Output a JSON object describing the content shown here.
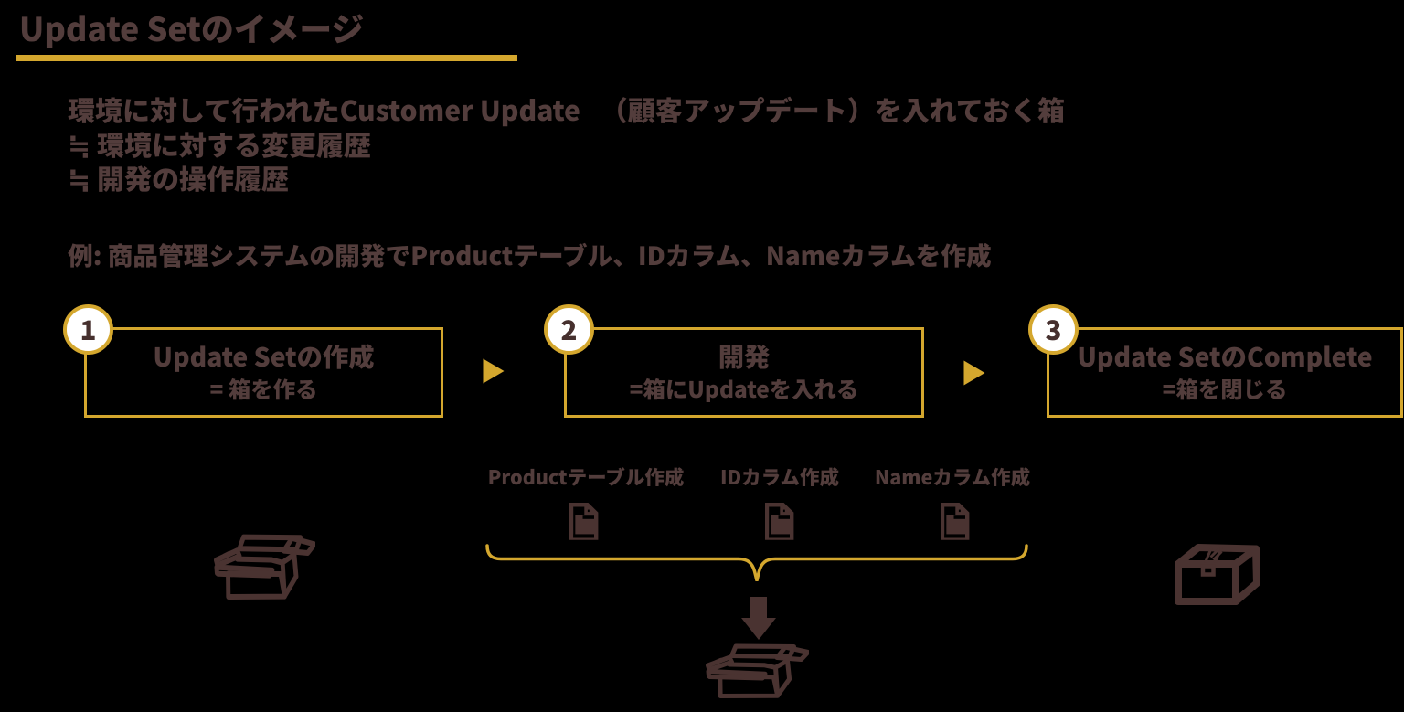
{
  "title": {
    "text": "Update Setのイメージ"
  },
  "intro": {
    "line1": "環境に対して行われたCustomer Update 　（顧客アップデート）を入れておく箱",
    "line2": "≒ 環境に対する変更履歴",
    "line3": "≒ 開発の操作履歴"
  },
  "example": {
    "text": "例: 商品管理システムの開発でProductテーブル、IDカラム、Nameカラムを作成"
  },
  "steps": [
    {
      "number": "1",
      "title": "Update Setの作成",
      "subtitle": "= 箱を作る",
      "icon": "open-box"
    },
    {
      "number": "2",
      "title": "開発",
      "subtitle": "=箱にUpdateを入れる",
      "icon": "open-box"
    },
    {
      "number": "3",
      "title": "Update SetのComplete",
      "subtitle": "=箱を閉じる",
      "icon": "closed-box"
    }
  ],
  "updates": [
    {
      "label": "Productテーブル作成",
      "icon": "file"
    },
    {
      "label": "IDカラム作成",
      "icon": "file"
    },
    {
      "label": "Nameカラム作成",
      "icon": "file"
    }
  ],
  "colors": {
    "background": "#000000",
    "text_brown": "#533d3c",
    "icon_brown": "#4a3331",
    "gold": "#d4a72e",
    "circle_fill": "#ffffff",
    "number_brown": "#46302e"
  }
}
